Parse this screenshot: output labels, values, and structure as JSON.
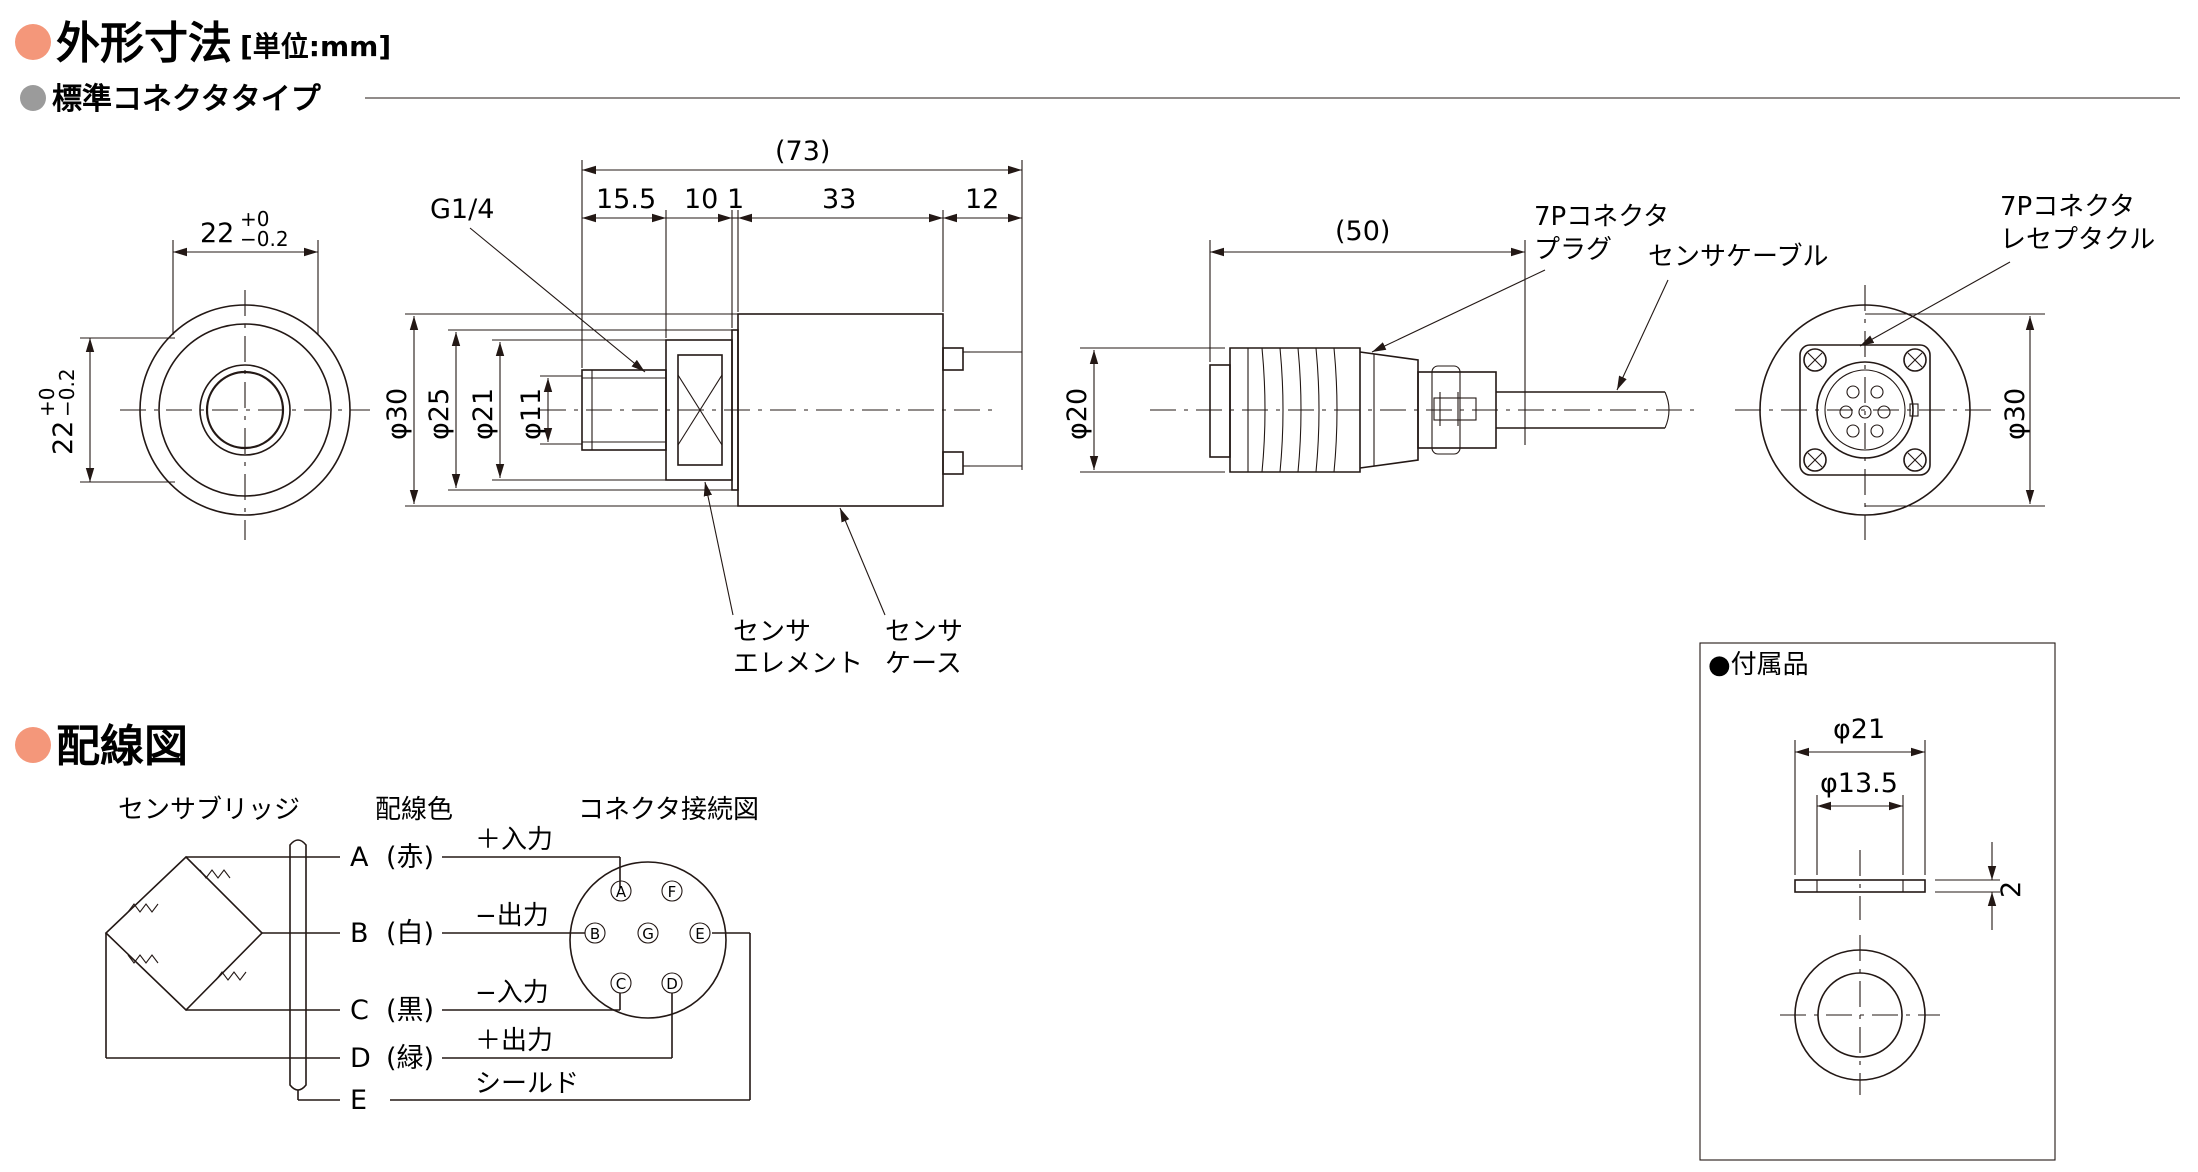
{
  "colors": {
    "accent_bullet": "#f4977a",
    "sub_bullet": "#9b9b9b",
    "ink": "#231815"
  },
  "headers": {
    "outline_title": "外形寸法",
    "unit": "[単位:mm]",
    "standard_type": "標準コネクタタイプ",
    "wiring_title": "配線図"
  },
  "front_view": {
    "width": "22",
    "tol_plus": "+0",
    "tol_minus": "−0.2"
  },
  "side_view": {
    "overall": "(73)",
    "segments": [
      "15.5",
      "10",
      "1",
      "33",
      "12"
    ],
    "thread": "G1/4",
    "diameters": [
      "φ30",
      "φ25",
      "φ21",
      "φ11"
    ],
    "element_label": [
      "センサ",
      "エレメント"
    ],
    "case_label": [
      "センサ",
      "ケース"
    ]
  },
  "connector_view": {
    "length": "(50)",
    "diameter": "φ20",
    "plug_label": [
      "7Pコネクタ",
      "プラグ"
    ],
    "cable_label": "センサケーブル"
  },
  "receptacle_view": {
    "label": [
      "7Pコネクタ",
      "レセプタクル"
    ],
    "diameter": "φ30"
  },
  "accessory": {
    "title": "●付属品",
    "outer_dia": "φ21",
    "inner_dia": "φ13.5",
    "thickness": "2"
  },
  "wiring": {
    "bridge_label": "センサブリッジ",
    "color_label": "配線色",
    "connector_label": "コネクタ接続図",
    "wires": [
      {
        "letter": "A",
        "color": "(赤)",
        "signal": "＋入力"
      },
      {
        "letter": "B",
        "color": "(白)",
        "signal": "−出力"
      },
      {
        "letter": "C",
        "color": "(黒)",
        "signal": "−入力"
      },
      {
        "letter": "D",
        "color": "(緑)",
        "signal": "＋出力"
      },
      {
        "letter": "E",
        "color": "",
        "signal": "シールド"
      }
    ],
    "pins": [
      "A",
      "F",
      "B",
      "G",
      "E",
      "C",
      "D"
    ]
  }
}
